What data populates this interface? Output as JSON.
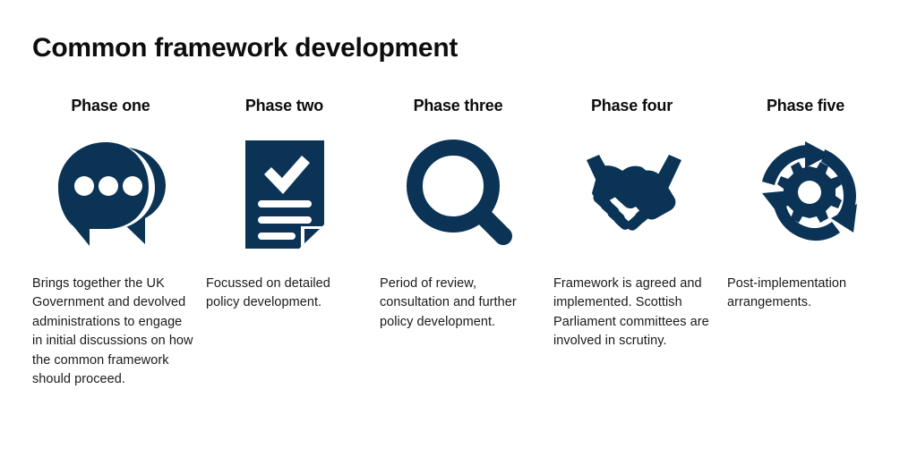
{
  "title": "Common framework development",
  "theme": {
    "background": "#ffffff",
    "icon_navy": "#0a3356",
    "title_color": "#0d0d0d",
    "body_color": "#1a1a1a"
  },
  "phases": [
    {
      "heading": "Phase one",
      "icon": "speech-bubbles-icon",
      "description": "Brings together the UK Government and devolved administrations to engage in initial discussions on how the common framework should proceed."
    },
    {
      "heading": "Phase two",
      "icon": "document-check-icon",
      "description": "Focussed on detailed policy development."
    },
    {
      "heading": "Phase three",
      "icon": "magnifying-glass-icon",
      "description": "Period of review, consultation and further policy development."
    },
    {
      "heading": "Phase four",
      "icon": "handshake-icon",
      "description": "Framework is agreed and implemented. Scottish Parliament committees are involved in scrutiny."
    },
    {
      "heading": "Phase five",
      "icon": "gear-cycle-icon",
      "description": "Post-implementation arrangements."
    }
  ]
}
